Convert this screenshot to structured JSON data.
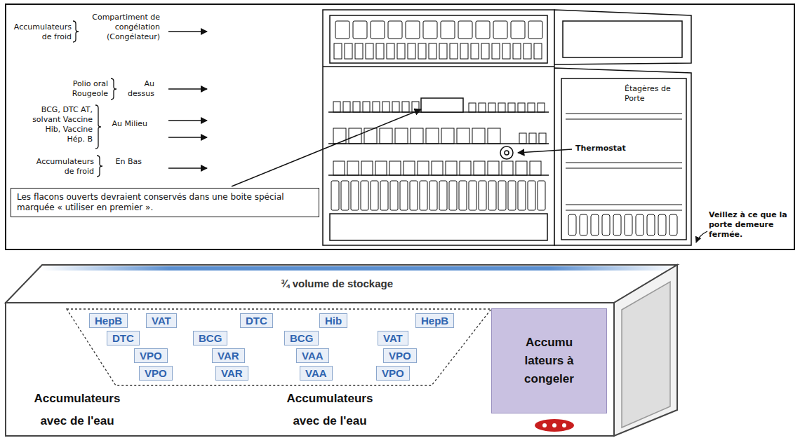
{
  "diagram": {
    "nodes": [
      {
        "text": [
          "Les flacons ouverts devraient conservés dans une boite spécial marquée « utiliser en premier »."
        ]
      },
      {
        "text": [
          "HepB"
        ]
      },
      {
        "text": [
          "VAT"
        ]
      },
      {
        "text": [
          "DTC"
        ]
      },
      {
        "text": [
          "Hib"
        ]
      },
      {
        "text": [
          "HepB"
        ]
      },
      {
        "text": [
          "DTC"
        ]
      },
      {
        "text": [
          "BCG"
        ]
      },
      {
        "text": [
          "BCG"
        ]
      },
      {
        "text": [
          "VAT"
        ]
      },
      {
        "text": [
          "VPO"
        ]
      },
      {
        "text": [
          "VAR"
        ]
      },
      {
        "text": [
          "VAA"
        ]
      },
      {
        "text": [
          "VPO"
        ]
      },
      {
        "text": [
          "VPO"
        ]
      },
      {
        "text": [
          "VAR"
        ]
      },
      {
        "text": [
          "VAA"
        ]
      },
      {
        "text": [
          "VPO"
        ]
      },
      {
        "text": [
          "Accumu lateurs à congeler"
        ]
      }
    ],
    "labels": [
      "Accumulateurs de froid",
      "Compartiment de congélation (Congélateur)",
      "Polio oral Rougeole",
      "Au dessus",
      "BCG, DTC AT, solvant Vaccine Hib, Vaccine Hép. B",
      "Au Milieu",
      "Accumulateurs de froid",
      "En Bas",
      "Étagères de Porte",
      "Thermostat",
      "Veillez à ce que la porte demeure fermée.",
      "¾ volume de stockage",
      "Accumulateurs avec de l'eau",
      "Accumulateurs avec de l'eau"
    ]
  }
}
